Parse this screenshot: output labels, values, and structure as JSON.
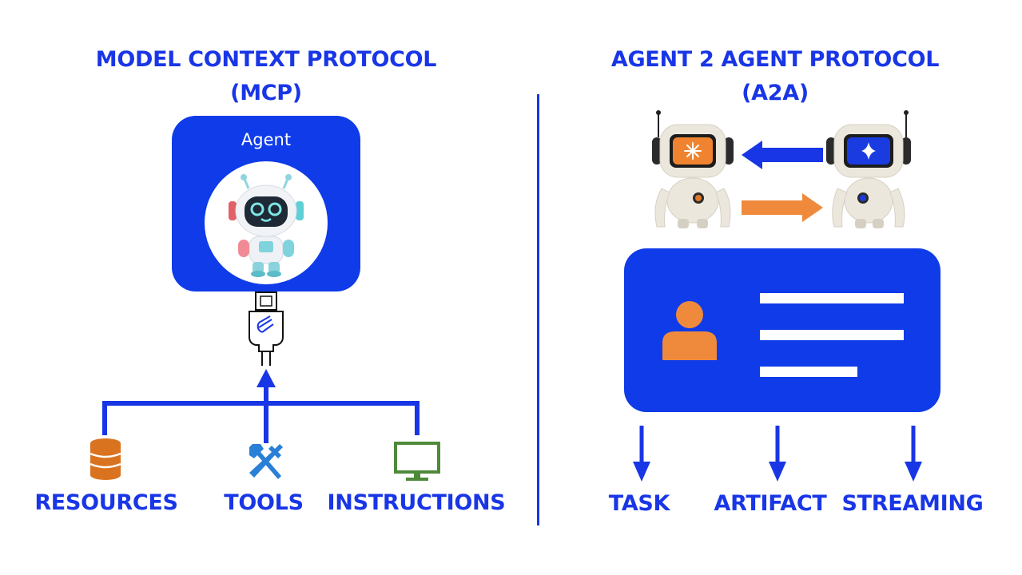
{
  "left": {
    "title_line1": "MODEL CONTEXT PROTOCOL",
    "title_line2": "(MCP)",
    "agent_label": "Agent",
    "items": [
      {
        "label": "RESOURCES",
        "icon": "database-icon"
      },
      {
        "label": "TOOLS",
        "icon": "tools-icon"
      },
      {
        "label": "INSTRUCTIONS",
        "icon": "monitor-icon"
      }
    ]
  },
  "right": {
    "title_line1": "AGENT 2 AGENT PROTOCOL",
    "title_line2": "(A2A)",
    "items": [
      {
        "label": "TASK"
      },
      {
        "label": "ARTIFACT"
      },
      {
        "label": "STREAMING"
      }
    ]
  },
  "colors": {
    "brand_blue": "#0f3be8",
    "text_blue": "#1936e6",
    "orange": "#ef8a3c",
    "database_orange": "#d9731f",
    "monitor_green": "#4f8a3a",
    "tools_blue": "#2a7fd6"
  }
}
